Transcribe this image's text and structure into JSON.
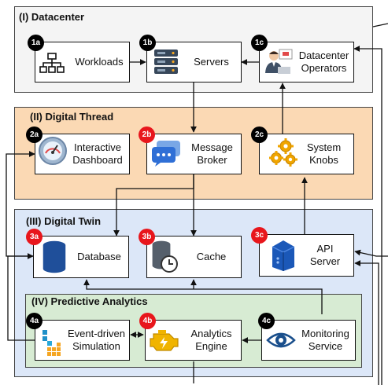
{
  "colors": {
    "datacenter_bg": "#f4f4f4",
    "digital_thread_bg": "#fbd9b4",
    "digital_twin_bg": "#dce7f8",
    "predictive_analytics_bg": "#d7ebd3",
    "badge_black": "#000000",
    "badge_red": "#e8161c"
  },
  "layers": {
    "datacenter": "(I) Datacenter",
    "digital_thread": "(II) Digital Thread",
    "digital_twin": "(III) Digital Twin",
    "predictive_analytics": "(IV) Predictive Analytics"
  },
  "nodes": {
    "workloads": {
      "badge": "1a",
      "label": "Workloads",
      "icon": "hierarchy-icon"
    },
    "servers": {
      "badge": "1b",
      "label": "Servers",
      "icon": "server-rack-icon"
    },
    "operators": {
      "badge": "1c",
      "label": "Datacenter\nOperators",
      "icon": "operator-icon"
    },
    "dashboard": {
      "badge": "2a",
      "label": "Interactive\nDashboard",
      "icon": "gauge-icon"
    },
    "broker": {
      "badge": "2b",
      "label": "Message\nBroker",
      "icon": "chat-bubbles-icon"
    },
    "knobs": {
      "badge": "2c",
      "label": "System\nKnobs",
      "icon": "gears-icon"
    },
    "database": {
      "badge": "3a",
      "label": "Database",
      "icon": "database-icon"
    },
    "cache": {
      "badge": "3b",
      "label": "Cache",
      "icon": "cache-clock-icon"
    },
    "api": {
      "badge": "3c",
      "label": "API\nServer",
      "icon": "api-server-icon"
    },
    "simulation": {
      "badge": "4a",
      "label": "Event-driven\nSimulation",
      "icon": "simulation-icon"
    },
    "analytics": {
      "badge": "4b",
      "label": "Analytics\nEngine",
      "icon": "engine-icon"
    },
    "monitoring": {
      "badge": "4c",
      "label": "Monitoring\nService",
      "icon": "eye-icon"
    }
  }
}
